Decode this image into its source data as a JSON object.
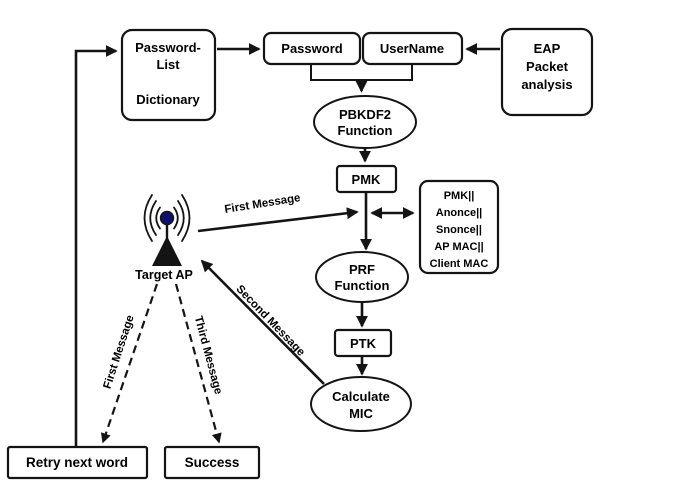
{
  "nodes": {
    "password_list": {
      "line1": "Password-",
      "line2": "List",
      "line3": "Dictionary"
    },
    "password": {
      "label": "Password"
    },
    "username": {
      "label": "UserName"
    },
    "eap": {
      "line1": "EAP",
      "line2": "Packet",
      "line3": "analysis"
    },
    "pbkdf2": {
      "line1": "PBKDF2",
      "line2": "Function"
    },
    "pmk": {
      "label": "PMK"
    },
    "concat": {
      "line1": "PMK||",
      "line2": "Anonce||",
      "line3": "Snonce||",
      "line4": "AP MAC||",
      "line5": "Client MAC"
    },
    "prf": {
      "line1": "PRF",
      "line2": "Function"
    },
    "ptk": {
      "label": "PTK"
    },
    "calculate_mic": {
      "line1": "Calculate",
      "line2": "MIC"
    },
    "target_ap": {
      "label": "Target AP"
    },
    "retry": {
      "label": "Retry next word"
    },
    "success": {
      "label": "Success"
    }
  },
  "edges": {
    "first_message_solid": "First Message",
    "second_message": "Second Message",
    "first_message_dashed": "First Message",
    "third_message_dashed": "Third Message"
  },
  "colors": {
    "stroke": "#141414",
    "node_fill": "#ffffff",
    "antenna_dot": "#10106e",
    "text": "#000000"
  }
}
